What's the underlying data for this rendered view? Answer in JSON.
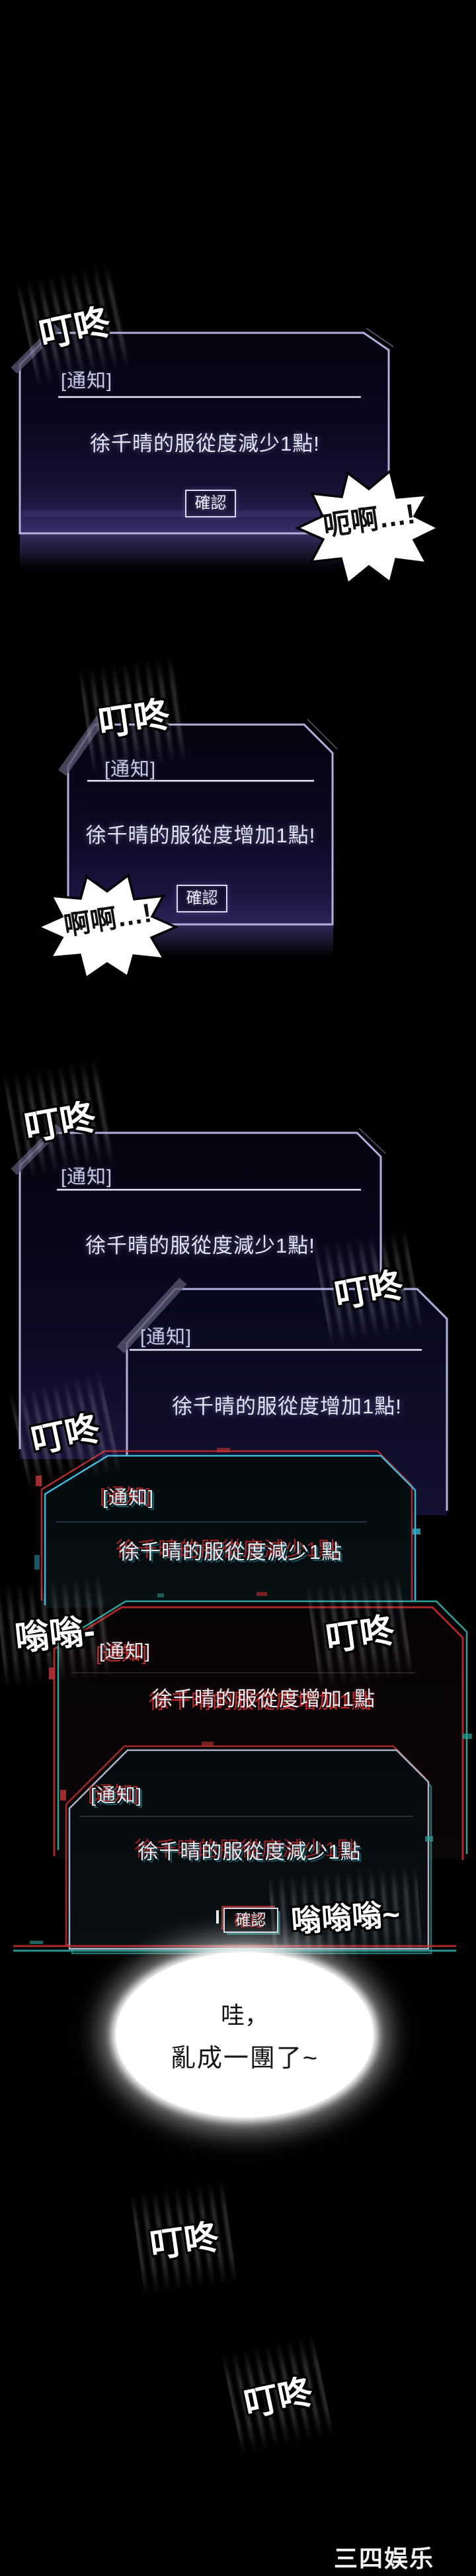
{
  "page": {
    "background": "#000000",
    "watermark": "三四娱乐"
  },
  "colors": {
    "frame_lavender": "#b2b0dd",
    "glitch_cyan": "#41b7d9",
    "glitch_red": "#c43434",
    "glitch_teal": "#2fa39b",
    "bubble_fill": "#ffffff"
  },
  "sfx": {
    "ding_dong": "叮咚",
    "buzz_short": "嗡嗡-",
    "buzz_long": "嗡嗡嗡~",
    "groan": "呃啊…!",
    "ahh": "啊啊…!"
  },
  "dialogs": [
    {
      "header": "[通知]",
      "message": "徐千晴的服從度減少1點!",
      "button": "確認",
      "style": "lavender"
    },
    {
      "header": "[通知]",
      "message": "徐千晴的服從度增加1點!",
      "button": "確認",
      "style": "lavender"
    },
    {
      "header": "[通知]",
      "message": "徐千晴的服從度減少1點!",
      "style": "lavender"
    },
    {
      "header": "[通知]",
      "message": "徐千晴的服從度增加1點!",
      "style": "lavender"
    },
    {
      "header": "[通知]",
      "message": "徐千晴的服從度減少1點",
      "style": "glitch-cyan"
    },
    {
      "header": "[通知]",
      "message": "徐千晴的服從度增加1點",
      "style": "glitch-red"
    },
    {
      "header": "[通知]",
      "message": "徐千晴的服從度減少1點",
      "button": "確認",
      "style": "glitch-gray"
    }
  ],
  "bubble": {
    "line1": "哇，",
    "line2": "亂成一團了~"
  }
}
